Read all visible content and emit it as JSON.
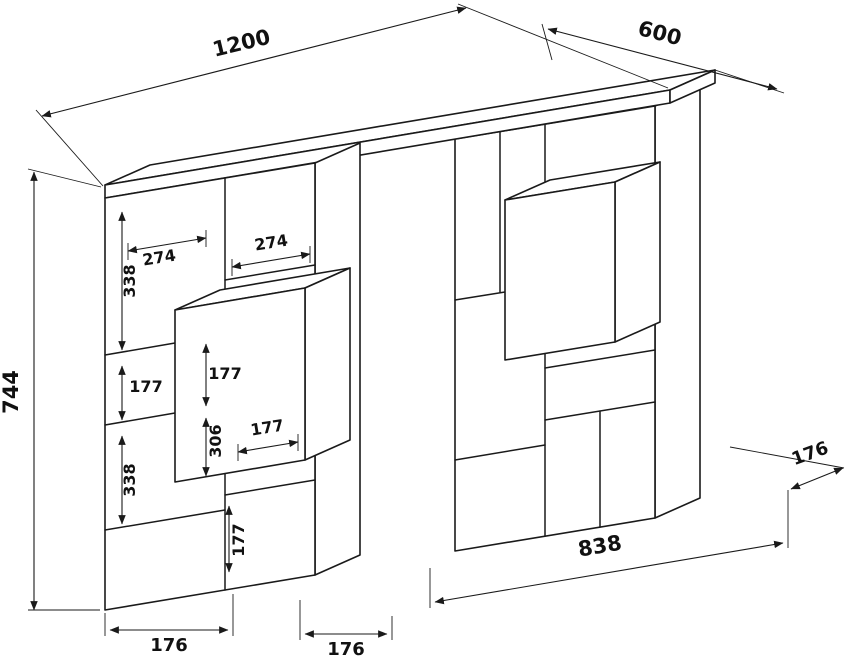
{
  "canvas": {
    "bg": "#ffffff",
    "line_color": "#1a1a1a"
  },
  "dims": {
    "overall": {
      "length": "1200",
      "depth": "600",
      "height": "744"
    },
    "left_unit": {
      "col1_width": "274",
      "col2_width": "274",
      "upper_section": "338",
      "shelf_gap": "177",
      "lower_section": "338",
      "cube_inner": "177",
      "cube_height": "306",
      "cube_width": "177",
      "bottom_cell": "177"
    },
    "base": {
      "left_foot": "176",
      "center_foot": "176",
      "span": "838",
      "right_foot": "176"
    }
  }
}
